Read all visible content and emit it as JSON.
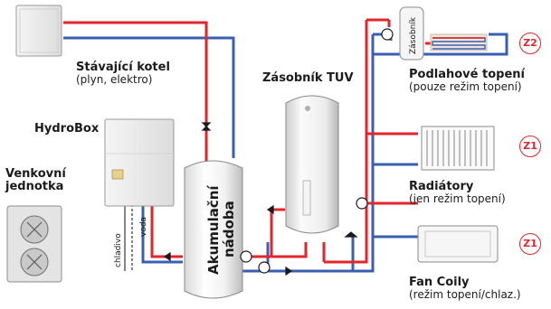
{
  "labels": {
    "existing_boiler_title": "Stávající kotel",
    "existing_boiler_sub": "(plyn, elektro)",
    "hydrobox": "HydroBox",
    "outdoor_unit_line1": "Venkovní",
    "outdoor_unit_line2": "jednotka",
    "dhw_tank": "Zásobník TUV",
    "buffer_line1": "Akumulační",
    "buffer_line2": "nádoba",
    "floor_heating_title": "Podlahové topení",
    "floor_heating_sub": "(pouze režim topení)",
    "radiators_title": "Radiátory",
    "radiators_sub": "(jen režim topení)",
    "fan_coil_title": "Fan Coily",
    "fan_coil_sub": "(režim topení/chlaz.)",
    "pipe_refrigerant": "chladivo",
    "pipe_water": "voda",
    "small_tank": "Zásobník"
  },
  "zones": {
    "floor": "Z2",
    "radiators": "Z1",
    "fan_coil": "Z1"
  },
  "colors": {
    "supply": "#e2262b",
    "return": "#3a5fb0",
    "zone": "#e2262b"
  }
}
